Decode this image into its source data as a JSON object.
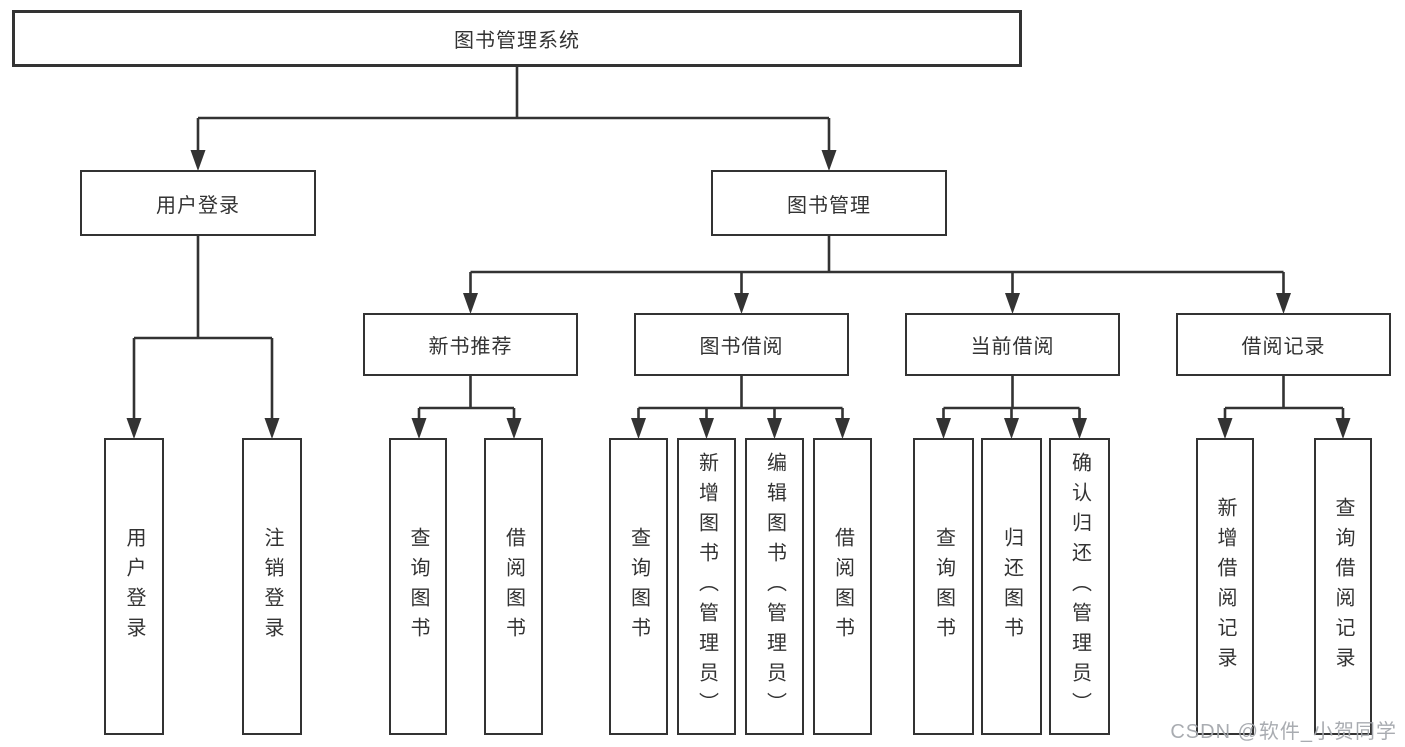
{
  "nodes": {
    "root": "图书管理系统",
    "login": "用户登录",
    "mgmt": "图书管理",
    "newbooks": "新书推荐",
    "bookborrow": "图书借阅",
    "currentborrow": "当前借阅",
    "records": "借阅记录",
    "login_children": [
      "用户登录",
      "注销登录"
    ],
    "newbooks_children": [
      "查询图书",
      "借阅图书"
    ],
    "bookborrow_children": [
      "查询图书",
      "新增图书（管理员）",
      "编辑图书（管理员）",
      "借阅图书"
    ],
    "currentborrow_children": [
      "查询图书",
      "归还图书",
      "确认归还（管理员）"
    ],
    "records_children": [
      "新增借阅记录",
      "查询借阅记录"
    ]
  },
  "watermark": "CSDN @软件_小贺同学",
  "colors": {
    "line": "#333333",
    "box_border": "#333333",
    "text": "#333333",
    "watermark": "#a4a8ad",
    "background": "#ffffff"
  }
}
